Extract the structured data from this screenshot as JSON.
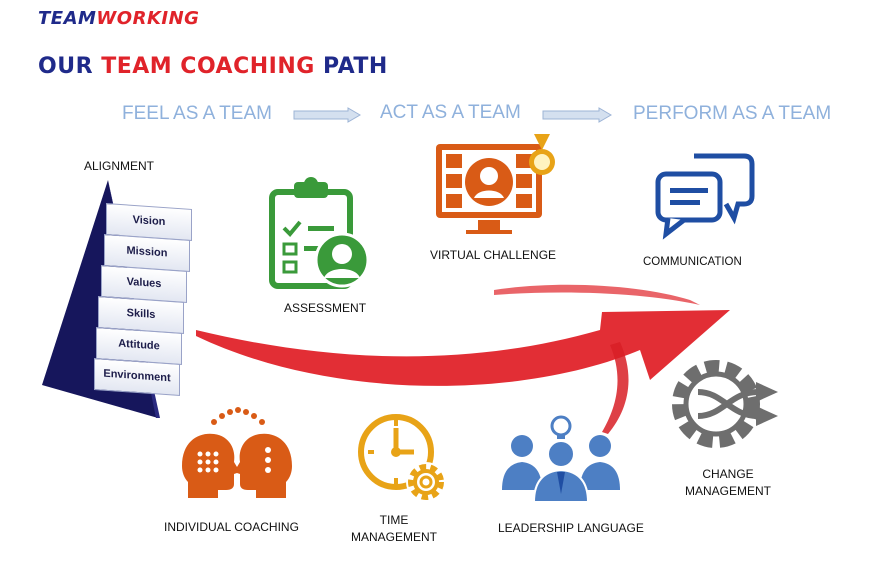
{
  "brand": {
    "part1": "TEAM",
    "part2": "WORKING"
  },
  "title": {
    "part1": "OUR",
    "part2": "TEAM COACHING",
    "part3": "PATH"
  },
  "phases": [
    "FEEL AS A TEAM",
    "ACT AS A TEAM",
    "PERFORM AS A TEAM"
  ],
  "alignment": {
    "label": "ALIGNMENT",
    "steps": [
      "Vision",
      "Mission",
      "Values",
      "Skills",
      "Attitude",
      "Environment"
    ]
  },
  "items": {
    "assessment": "ASSESSMENT",
    "virtual_challenge": "VIRTUAL CHALLENGE",
    "communication": "COMMUNICATION",
    "individual_coaching": "INDIVIDUAL COACHING",
    "time_management_1": "TIME",
    "time_management_2": "MANAGEMENT",
    "leadership_language": "LEADERSHIP LANGUAGE",
    "change_management_1": "CHANGE",
    "change_management_2": "MANAGEMENT"
  },
  "colors": {
    "navy": "#1f2a8a",
    "red": "#e0232a",
    "phase_blue": "#8fb1dc",
    "green": "#3a9a3a",
    "orange": "#d95b16",
    "gold": "#e8a317",
    "comm_blue": "#1f4ea3",
    "steel_blue": "#4d7fc4",
    "gray": "#6e6e6e"
  },
  "icons": [
    "clipboard-check-icon",
    "video-conference-icon",
    "medal-icon",
    "chat-bubbles-icon",
    "heads-coaching-icon",
    "clock-gear-icon",
    "business-team-icon",
    "gear-arrows-icon"
  ]
}
